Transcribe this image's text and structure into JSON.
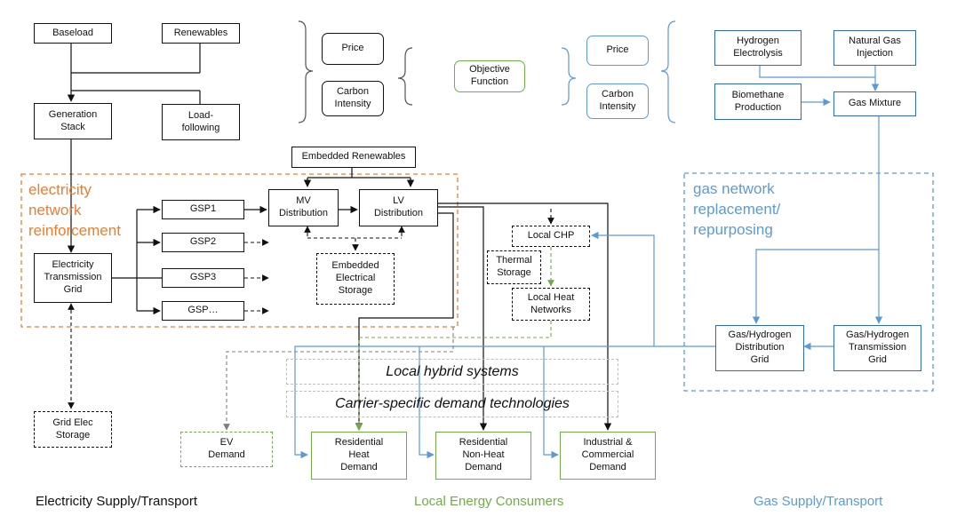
{
  "colors": {
    "electricity_accent": "#ed7d31",
    "gas_accent": "#5b9bd5",
    "gas_box_border": "#2e6db3",
    "consumer_accent": "#70ad47",
    "line_black": "#111111"
  },
  "objective": {
    "left_price": "Price",
    "left_carbon": "Carbon\nIntensity",
    "center": "Objective\nFunction",
    "right_price": "Price",
    "right_carbon": "Carbon\nIntensity"
  },
  "electricity": {
    "baseload": "Baseload",
    "renewables": "Renewables",
    "generation_stack": "Generation\nStack",
    "load_following": "Load-\nfollowing",
    "embedded_renewables": "Embedded Renewables",
    "transmission_grid": "Electricity\nTransmission\nGrid",
    "gsp1": "GSP1",
    "gsp2": "GSP2",
    "gsp3": "GSP3",
    "gsp_more": "GSP…",
    "mv_distribution": "MV\nDistribution",
    "lv_distribution": "LV\nDistribution",
    "embedded_storage": "Embedded\nElectrical\nStorage",
    "grid_storage": "Grid Elec\nStorage",
    "region_label": "electricity\nnetwork\nreinforcement"
  },
  "gas": {
    "hydrogen_electrolysis": "Hydrogen\nElectrolysis",
    "natural_gas_injection": "Natural Gas\nInjection",
    "biomethane_production": "Biomethane\nProduction",
    "gas_mixture": "Gas Mixture",
    "distribution_grid": "Gas/Hydrogen\nDistribution\nGrid",
    "transmission_grid": "Gas/Hydrogen\nTransmission\nGrid",
    "region_label": "gas network\nreplacement/\nrepurposing"
  },
  "local": {
    "local_chp": "Local CHP",
    "thermal_storage": "Thermal\nStorage",
    "local_heat_networks": "Local Heat\nNetworks",
    "hybrid_systems": "Local hybrid systems",
    "carrier_specific": "Carrier-specific demand technologies"
  },
  "demand": {
    "ev": "EV\nDemand",
    "residential_heat": "Residential\nHeat\nDemand",
    "residential_non_heat": "Residential\nNon-Heat\nDemand",
    "industrial_commercial": "Industrial &\nCommercial\nDemand"
  },
  "footer": {
    "electricity": "Electricity Supply/Transport",
    "consumers": "Local Energy Consumers",
    "gas": "Gas Supply/Transport"
  }
}
